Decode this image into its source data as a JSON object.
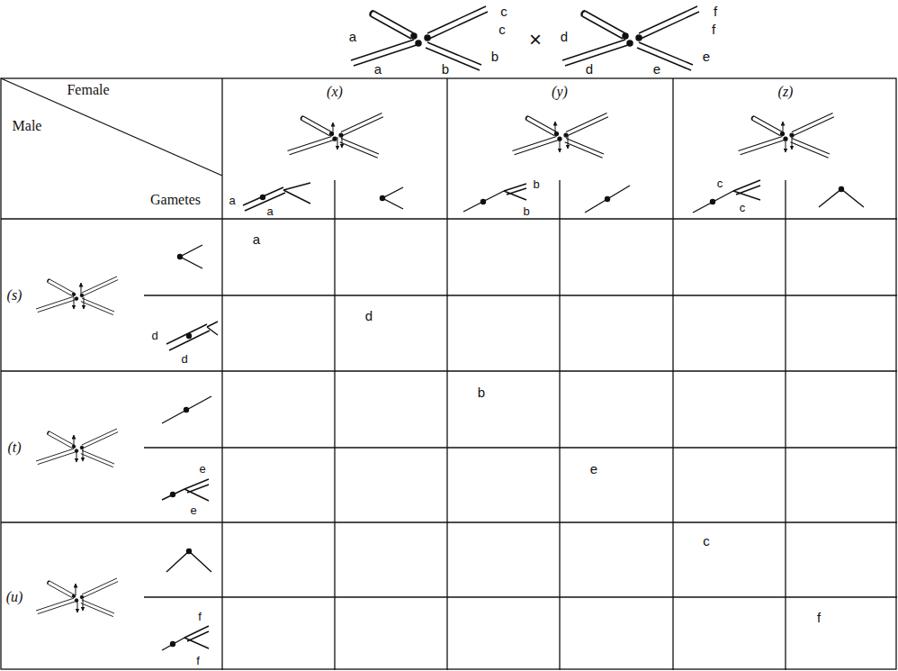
{
  "diagram": {
    "labels": [
      "c",
      "c",
      "a",
      "b",
      "a",
      "b",
      "×",
      "f",
      "f",
      "d",
      "e",
      "d",
      "e",
      "Female",
      "Male",
      "(x)",
      "(y)",
      "(z)",
      "Gametes",
      "a",
      "a",
      "b",
      "b",
      "c",
      "c",
      "(s)",
      "d",
      "d",
      "a",
      "d",
      "(t)",
      "e",
      "e",
      "b",
      "e",
      "(u)",
      "f",
      "f",
      "c",
      "f"
    ]
  }
}
